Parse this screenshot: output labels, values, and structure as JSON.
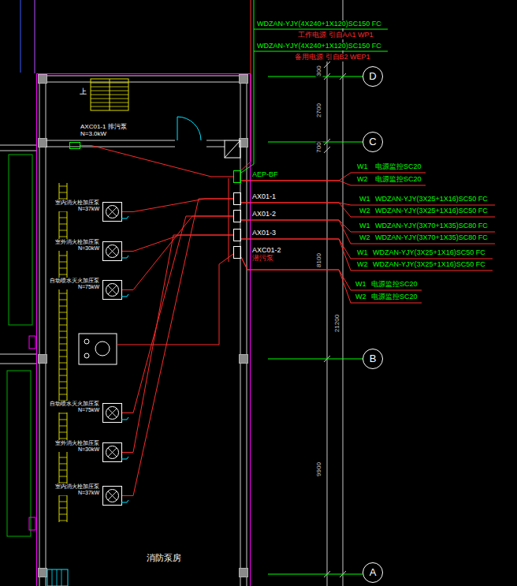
{
  "diagram": {
    "nodes": [
      {
        "text": [
          "D"
        ]
      },
      {
        "text": [
          "C"
        ]
      },
      {
        "text": [
          "消防泵房"
        ]
      },
      {
        "text": [
          "AXC01-1 排污泵",
          "N=3.0kW"
        ],
        "in": 2
      },
      {
        "text": [
          "AEP-BF"
        ],
        "in": 2
      },
      {
        "text": [
          "AX01-1"
        ],
        "in": 2
      },
      {
        "text": [
          "AX01-2"
        ],
        "in": 2
      },
      {
        "text": [
          "AX01-3"
        ],
        "in": 2
      },
      {
        "text": [
          "AXC01-2",
          "潜污泵"
        ],
        "in": 2
      },
      {
        "text": [
          "室内消火栓加压泵",
          "N=37kW"
        ],
        "in": 2
      },
      {
        "text": [
          "室外消火栓加压泵",
          "N=30kW"
        ],
        "in": 2
      },
      {
        "text": [
          "自动喷水灭火加压泵",
          "N=75kW"
        ],
        "in": 2
      },
      {
        "text": [
          "自动喷水灭火加压泵",
          "N=75kW"
        ],
        "in": 2
      },
      {
        "text": [
          "室外消火栓加压泵",
          "N=30kW"
        ],
        "in": 2
      },
      {
        "text": [
          "室内消火栓加压泵",
          "N=37kW"
        ],
        "in": 2
      },
      {
        "text": [
          "B"
        ]
      },
      {
        "text": [
          "A"
        ]
      }
    ],
    "edges": [
      {
        "from": 4,
        "to": 3,
        "arrow": "none"
      },
      {
        "from": 5,
        "to": 9,
        "arrow": "none"
      },
      {
        "from": 5,
        "to": 14,
        "arrow": "none"
      },
      {
        "from": 6,
        "to": 11,
        "arrow": "none"
      },
      {
        "from": 6,
        "to": 12,
        "arrow": "none"
      },
      {
        "from": 7,
        "to": 10,
        "arrow": "none"
      },
      {
        "from": 7,
        "to": 13,
        "arrow": "none"
      }
    ],
    "labels": [
      "WDZAN-YJY(4X240+1X120)SC150 FC",
      "工作电源 引自AA1 WP1",
      "WDZAN-YJY(4X240+1X120)SC150 FC",
      "备用电源 引自B2 WEP1",
      "上",
      "300",
      "2700",
      "700",
      "8100",
      "21200",
      "9900",
      "W1",
      "电源监控SC20",
      "W2",
      "电源监控SC20",
      "W1",
      "WDZAN-YJY(3X25+1X16)SC50 FC",
      "W2",
      "WDZAN-YJY(3X25+1X16)SC50 FC",
      "W1",
      "WDZAN-YJY(3X70+1X35)SC80 FC",
      "W2",
      "WDZAN-YJY(3X70+1X35)SC80 FC",
      "W1",
      "WDZAN-YJY(3X25+1X16)SC50 FC",
      "W2",
      "WDZAN-YJY(3X25+1X16)SC50 FC",
      "W1",
      "电源监控SC20",
      "W2",
      "电源监控SC20"
    ]
  }
}
